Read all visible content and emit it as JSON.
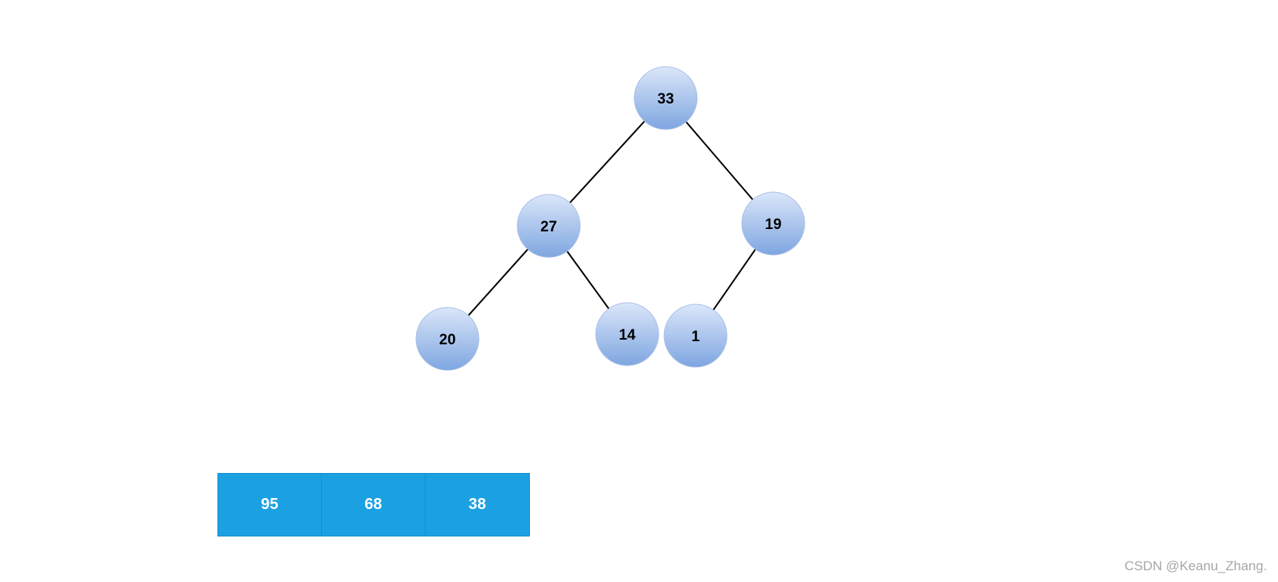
{
  "colors": {
    "node_top": "#dbe6fa",
    "node_bottom": "#7ea6e0",
    "edge": "#000000",
    "array_fill": "#1ba1e2",
    "array_text": "#ffffff"
  },
  "tree": {
    "nodes": [
      {
        "id": "n33",
        "label": "33"
      },
      {
        "id": "n27",
        "label": "27"
      },
      {
        "id": "n19",
        "label": "19"
      },
      {
        "id": "n20",
        "label": "20"
      },
      {
        "id": "n14",
        "label": "14"
      },
      {
        "id": "n1",
        "label": "1"
      }
    ],
    "edges": [
      {
        "from": "n33",
        "to": "n27"
      },
      {
        "from": "n33",
        "to": "n19"
      },
      {
        "from": "n27",
        "to": "n20"
      },
      {
        "from": "n27",
        "to": "n14"
      },
      {
        "from": "n19",
        "to": "n1"
      }
    ]
  },
  "array": {
    "cells": [
      "95",
      "68",
      "38"
    ]
  },
  "watermark": {
    "text": "CSDN @Keanu_Zhang."
  }
}
